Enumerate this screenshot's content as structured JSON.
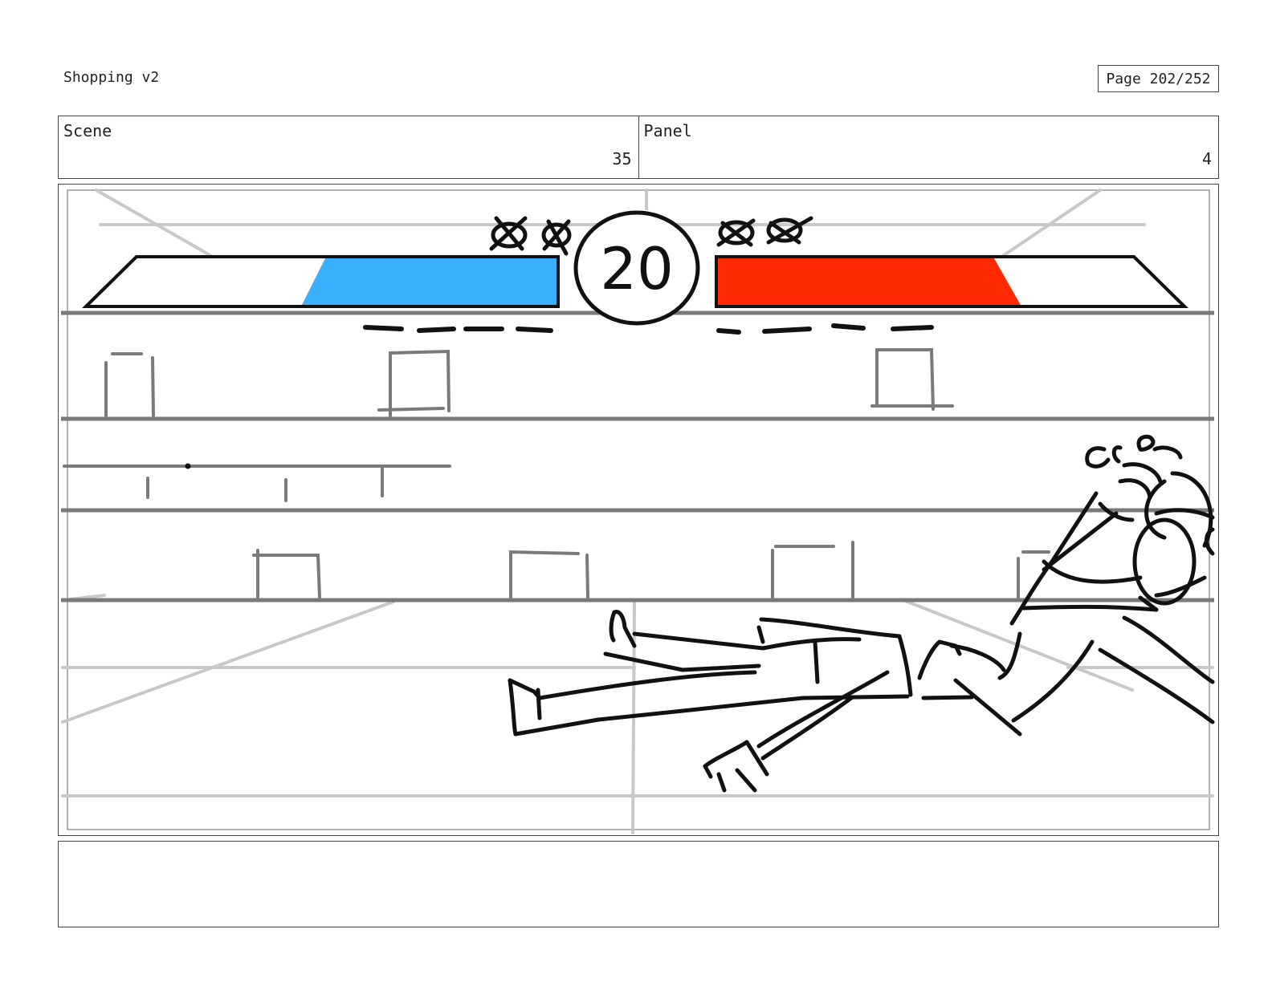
{
  "document": {
    "title": "Shopping v2",
    "page_label": "Page 202/252"
  },
  "fields": {
    "scene_label": "Scene",
    "scene_value": "35",
    "panel_label": "Panel",
    "panel_value": "4"
  },
  "sketch": {
    "timer_value": "20",
    "left_bar_color": "#3bb0ff",
    "right_bar_color": "#ff2a00"
  },
  "notes": {
    "text": ""
  }
}
